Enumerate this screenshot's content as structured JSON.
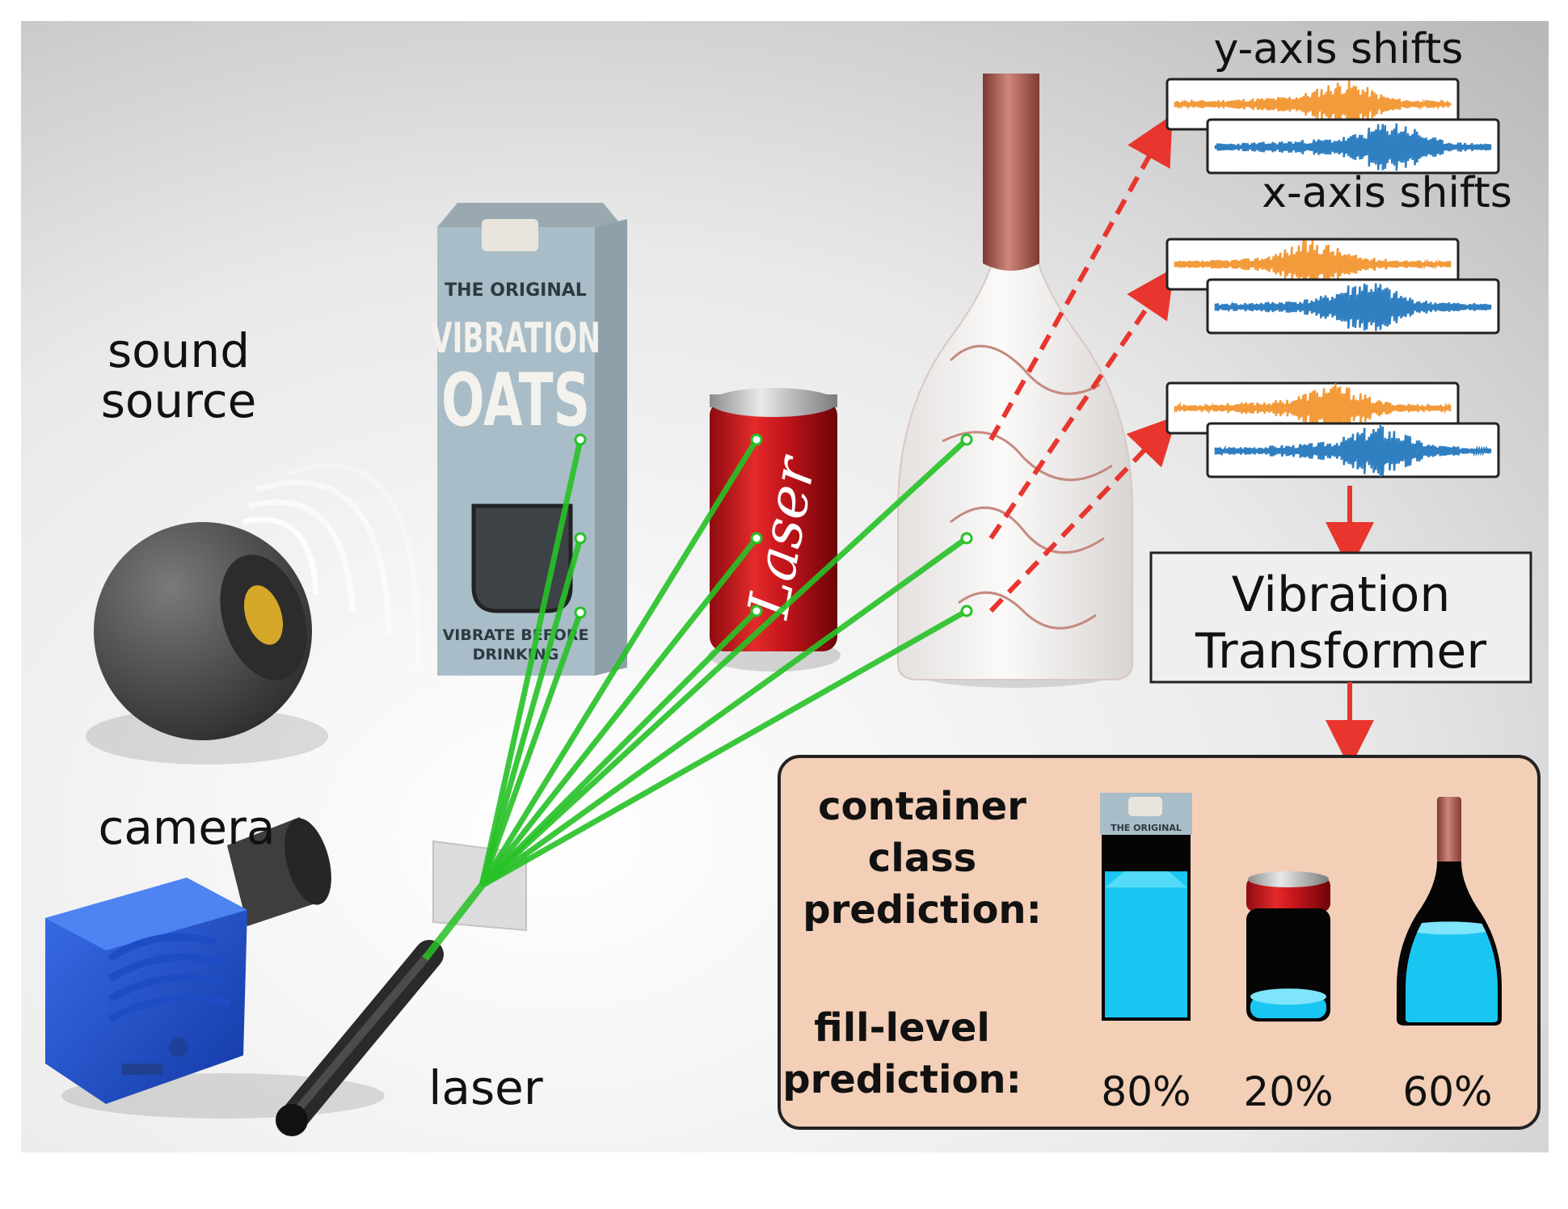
{
  "labels": {
    "sound_source_1": "sound",
    "sound_source_2": "source",
    "camera": "camera",
    "laser": "laser",
    "y_axis": "y-axis shifts",
    "x_axis": "x-axis shifts",
    "model_1": "Vibration",
    "model_2": "Transformer",
    "class_pred_1": "container",
    "class_pred_2": "class",
    "class_pred_3": "prediction:",
    "fill_pred_1": "fill-level",
    "fill_pred_2": "prediction:"
  },
  "products": {
    "carton_top": "THE ORIGINAL",
    "carton_brand_1": "VIBRATION",
    "carton_brand_2": "OATS",
    "carton_bottom_1": "VIBRATE BEFORE",
    "carton_bottom_2": "DRINKING",
    "can_logo": "Laser",
    "mini_carton_top": "THE ORIGINAL"
  },
  "predictions": [
    {
      "container": "carton",
      "fill": 0.8,
      "label": "80%"
    },
    {
      "container": "can",
      "fill": 0.2,
      "label": "20%"
    },
    {
      "container": "bottle",
      "fill": 0.6,
      "label": "60%"
    }
  ],
  "colors": {
    "y_signal": "#f39a3a",
    "x_signal": "#2f7fc1",
    "arrow": "#e8352e",
    "laser": "#27c227",
    "liquid": "#19c6f2",
    "panel": "#f3cfb7"
  }
}
